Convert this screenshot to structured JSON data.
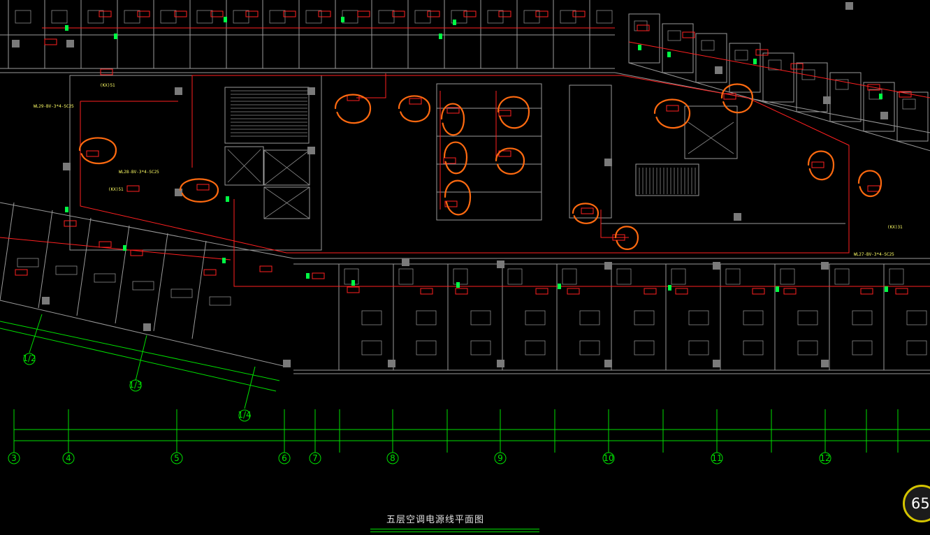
{
  "drawing": {
    "title": "五层空调电源线平面图",
    "zoom_badge": "65",
    "colors": {
      "background": "#000000",
      "walls": "#9a9a9a",
      "power_line": "#ff2020",
      "markup": "#ff6a10",
      "grid": "#00e000",
      "switch": "#00ff44",
      "note_text": "#ffff66"
    }
  },
  "grid_axes": {
    "bottom": [
      "3",
      "4",
      "5",
      "6",
      "7",
      "8",
      "9",
      "10",
      "11",
      "12"
    ],
    "diagonal": [
      "1/2",
      "1/3",
      "1/4"
    ]
  },
  "notes": {
    "cable_tag_1": "WL29-BV-3*4-SC25",
    "cable_tag_2": "WL28-BV-3*4-SC25",
    "cable_tag_3": "WL27-BV-3*4-SC25",
    "box_tag_1": "(KX)51",
    "box_tag_2": "(KX)51",
    "box_tag_3": "(KX)31"
  }
}
